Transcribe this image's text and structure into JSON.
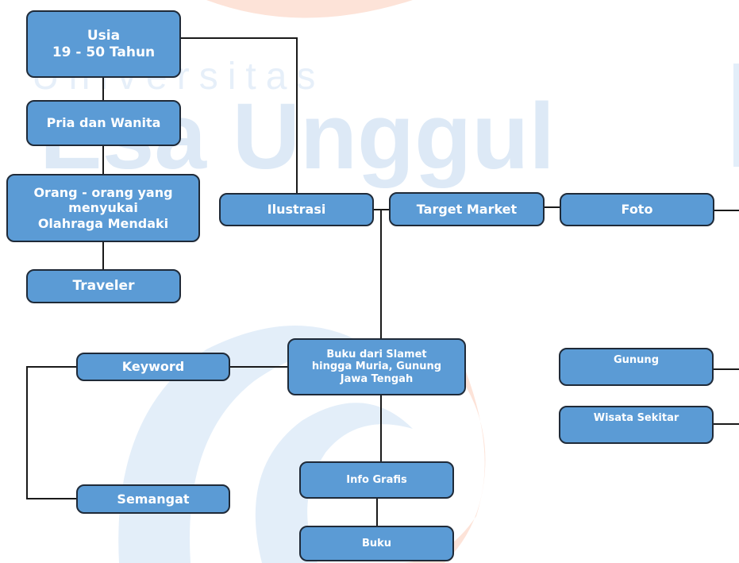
{
  "watermark": {
    "line1": "Universitas",
    "line2": "Esa Unggul"
  },
  "nodes": {
    "usia": "Usia\n19 - 50 Tahun",
    "gender": "Pria dan Wanita",
    "hobby": "Orang - orang yang\nmenyukai\nOlahraga Mendaki",
    "traveler": "Traveler",
    "ilustrasi": "Ilustrasi",
    "target_market": "Target Market",
    "foto": "Foto",
    "buku_judul": "Buku  dari Slamet\nhingga Muria, Gunung\nJawa Tengah",
    "keyword": "Keyword",
    "semangat": "Semangat",
    "info_grafis": "Info Grafis",
    "buku": "Buku",
    "gunung": "Gunung",
    "wisata_sekitar": "Wisata Sekitar"
  },
  "colors": {
    "node_fill": "#5b9bd5",
    "node_border": "#1f2a38",
    "connector": "#1a1a1a",
    "watermark_blue": "#dce9f7",
    "watermark_orange": "#fde3d8"
  }
}
